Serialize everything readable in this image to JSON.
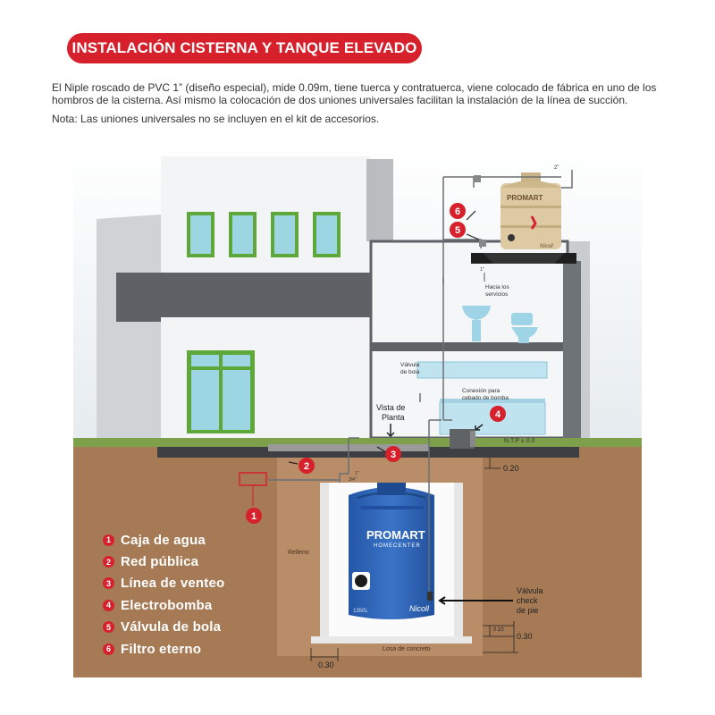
{
  "title": "INSTALACIÓN CISTERNA Y TANQUE ELEVADO",
  "description": "El Niple roscado de PVC 1” (diseño especial), mide 0.09m, tiene tuerca y contratuerca, viene colocado de fábrica en uno de los hombros de la cisterna. Así mismo la colocación de dos uniones universales facilitan la instalación de la línea de succión.",
  "note": "Nota: Las uniones universales no se incluyen en el kit de accesorios.",
  "legend": [
    {
      "num": "1",
      "label": "Caja de agua"
    },
    {
      "num": "2",
      "label": "Red pública"
    },
    {
      "num": "3",
      "label": "Línea de venteo"
    },
    {
      "num": "4",
      "label": "Electrobomba"
    },
    {
      "num": "5",
      "label": "Válvula de bola"
    },
    {
      "num": "6",
      "label": "Filtro eterno"
    }
  ],
  "markers": {
    "m1": "1",
    "m2": "2",
    "m3": "3",
    "m4": "4",
    "m5": "5",
    "m6": "6"
  },
  "labels": {
    "vista_1": "Vista de",
    "vista_2": "Planta",
    "hacia_1": "Hacia los",
    "hacia_2": "servicios",
    "valvula_bola_1": "Válvula",
    "valvula_bola_2": "de bola",
    "conexion_1": "Conexión para",
    "conexion_2": "cebado de bomba",
    "ntp": "N.T.P ± 0.0",
    "relleno": "Relleno",
    "losa": "Losa de concreto",
    "check_1": "Válvula",
    "check_2": "check",
    "check_3": "de pie",
    "two_inch": "2\"",
    "one_inch_a": "1\"",
    "one_inch_b": "1\"",
    "three_q": "3/4\""
  },
  "dimensions": {
    "d020": "0.20",
    "d010": "0.10",
    "d030_right": "0.30",
    "d030_bottom": "0.30"
  },
  "brand": {
    "name": "PROMART",
    "sub": "HOMECENTER",
    "nicoll": "Nicoll",
    "capacity": "1350L"
  },
  "colors": {
    "accent": "#d6202c",
    "soil": "#a67a55",
    "tank_blue": "#2f63b8",
    "window_green": "#5ea83a"
  }
}
